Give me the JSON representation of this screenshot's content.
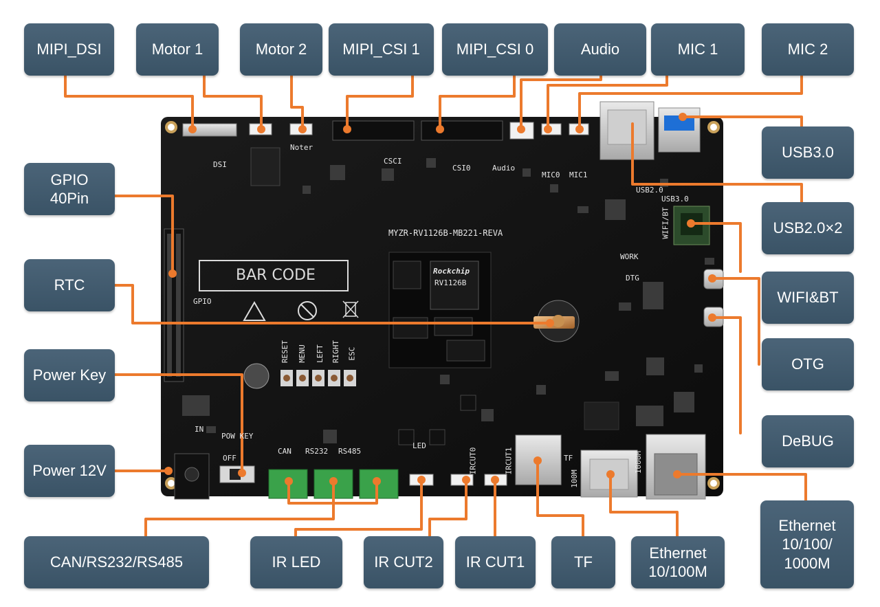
{
  "labels": {
    "mipi_dsi": "MIPI_DSI",
    "motor1": "Motor 1",
    "motor2": "Motor 2",
    "mipi_csi1": "MIPI_CSI 1",
    "mipi_csi0": "MIPI_CSI 0",
    "audio": "Audio",
    "mic1": "MIC 1",
    "mic2": "MIC 2",
    "usb30": "USB3.0",
    "usb20x2": "USB2.0×2",
    "wifi_bt": "WIFI&BT",
    "otg": "OTG",
    "debug": "DeBUG",
    "eth_1000": "Ethernet\n10/100/\n1000M",
    "gpio": "GPIO\n40Pin",
    "rtc": "RTC",
    "power_key": "Power Key",
    "power_12v": "Power 12V",
    "can_rs": "CAN/RS232/RS485",
    "ir_led": "IR LED",
    "ir_cut2": "IR CUT2",
    "ir_cut1": "IR CUT1",
    "tf": "TF",
    "eth_100": "Ethernet\n10/100M"
  },
  "silkscreen": {
    "board_id": "MYZR-RV1126B-MB221-REVA",
    "barcode": "BAR CODE",
    "dsi": "DSI",
    "moter": "Noter",
    "csi1": "CSCI",
    "csi0": "CSI0",
    "audio": "Audio",
    "mic0": "MIC0",
    "mic1": "MIC1",
    "usb2": "USB2.0",
    "usb3": "USB3.0",
    "wifi": "WIFI/BT",
    "work": "WORK",
    "dtg": "DTG",
    "gpio": "GPIO",
    "reset": "RESET",
    "menu": "MENU",
    "left": "LEFT",
    "right": "RIGHT",
    "esc": "ESC",
    "can": "CAN",
    "rs232": "RS232",
    "rs485": "RS485",
    "led": "LED",
    "ircut0": "IRCUT0",
    "ircut1": "IRCUT1",
    "tf": "TF",
    "m100": "100M",
    "m1000": "1000M",
    "pow_key": "POW KEY",
    "in": "IN",
    "off": "OFF",
    "chip_brand": "Rockchip",
    "chip_model": "RV1126B"
  },
  "colors": {
    "label_bg": "#3f586b",
    "leader": "#ec7a2d",
    "board": "#121212"
  }
}
